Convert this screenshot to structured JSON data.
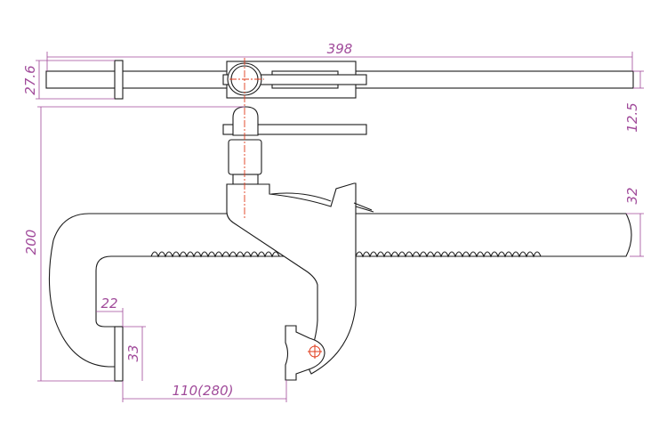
{
  "drawing": {
    "title": "C-clamp with sliding T-bar handle",
    "dimensions": {
      "overall_width": "398",
      "bar_height": "27.6",
      "bar_offset": "12.5",
      "frame_height": "200",
      "beam_depth": "32",
      "jaw_width": "22",
      "jaw_height": "33",
      "throat_opening": "110(280)"
    },
    "colors": {
      "outline": "#1a1a1a",
      "dimension": "#a04a9a",
      "centerline": "#e03a1a"
    }
  }
}
